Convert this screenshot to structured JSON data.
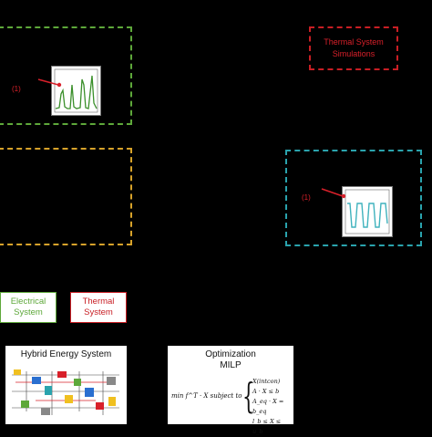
{
  "regions": {
    "green_box_color": "#5ea83a",
    "orange_box_color": "#d7a22a",
    "red_box_color": "#c81e24",
    "teal_box_color": "#2aa3ad"
  },
  "thermal_sim": {
    "line1": "Thermal System",
    "line2": "Simulations"
  },
  "markers": {
    "green": "(1)",
    "teal": "(1)"
  },
  "systems": {
    "electrical": {
      "line1": "Electrical",
      "line2": "System"
    },
    "thermal": {
      "line1": "Thermal",
      "line2": "System"
    }
  },
  "hybrid": {
    "title": "Hybrid Energy System"
  },
  "optimization": {
    "title": "Optimization",
    "subtitle": "MILP",
    "objective": "min f^T · X subject to",
    "constraints": [
      "X(intcon)",
      "A · X ≤ b",
      "A_eq · X = b_eq",
      "l_b ≤ X ≤ u_b"
    ]
  }
}
